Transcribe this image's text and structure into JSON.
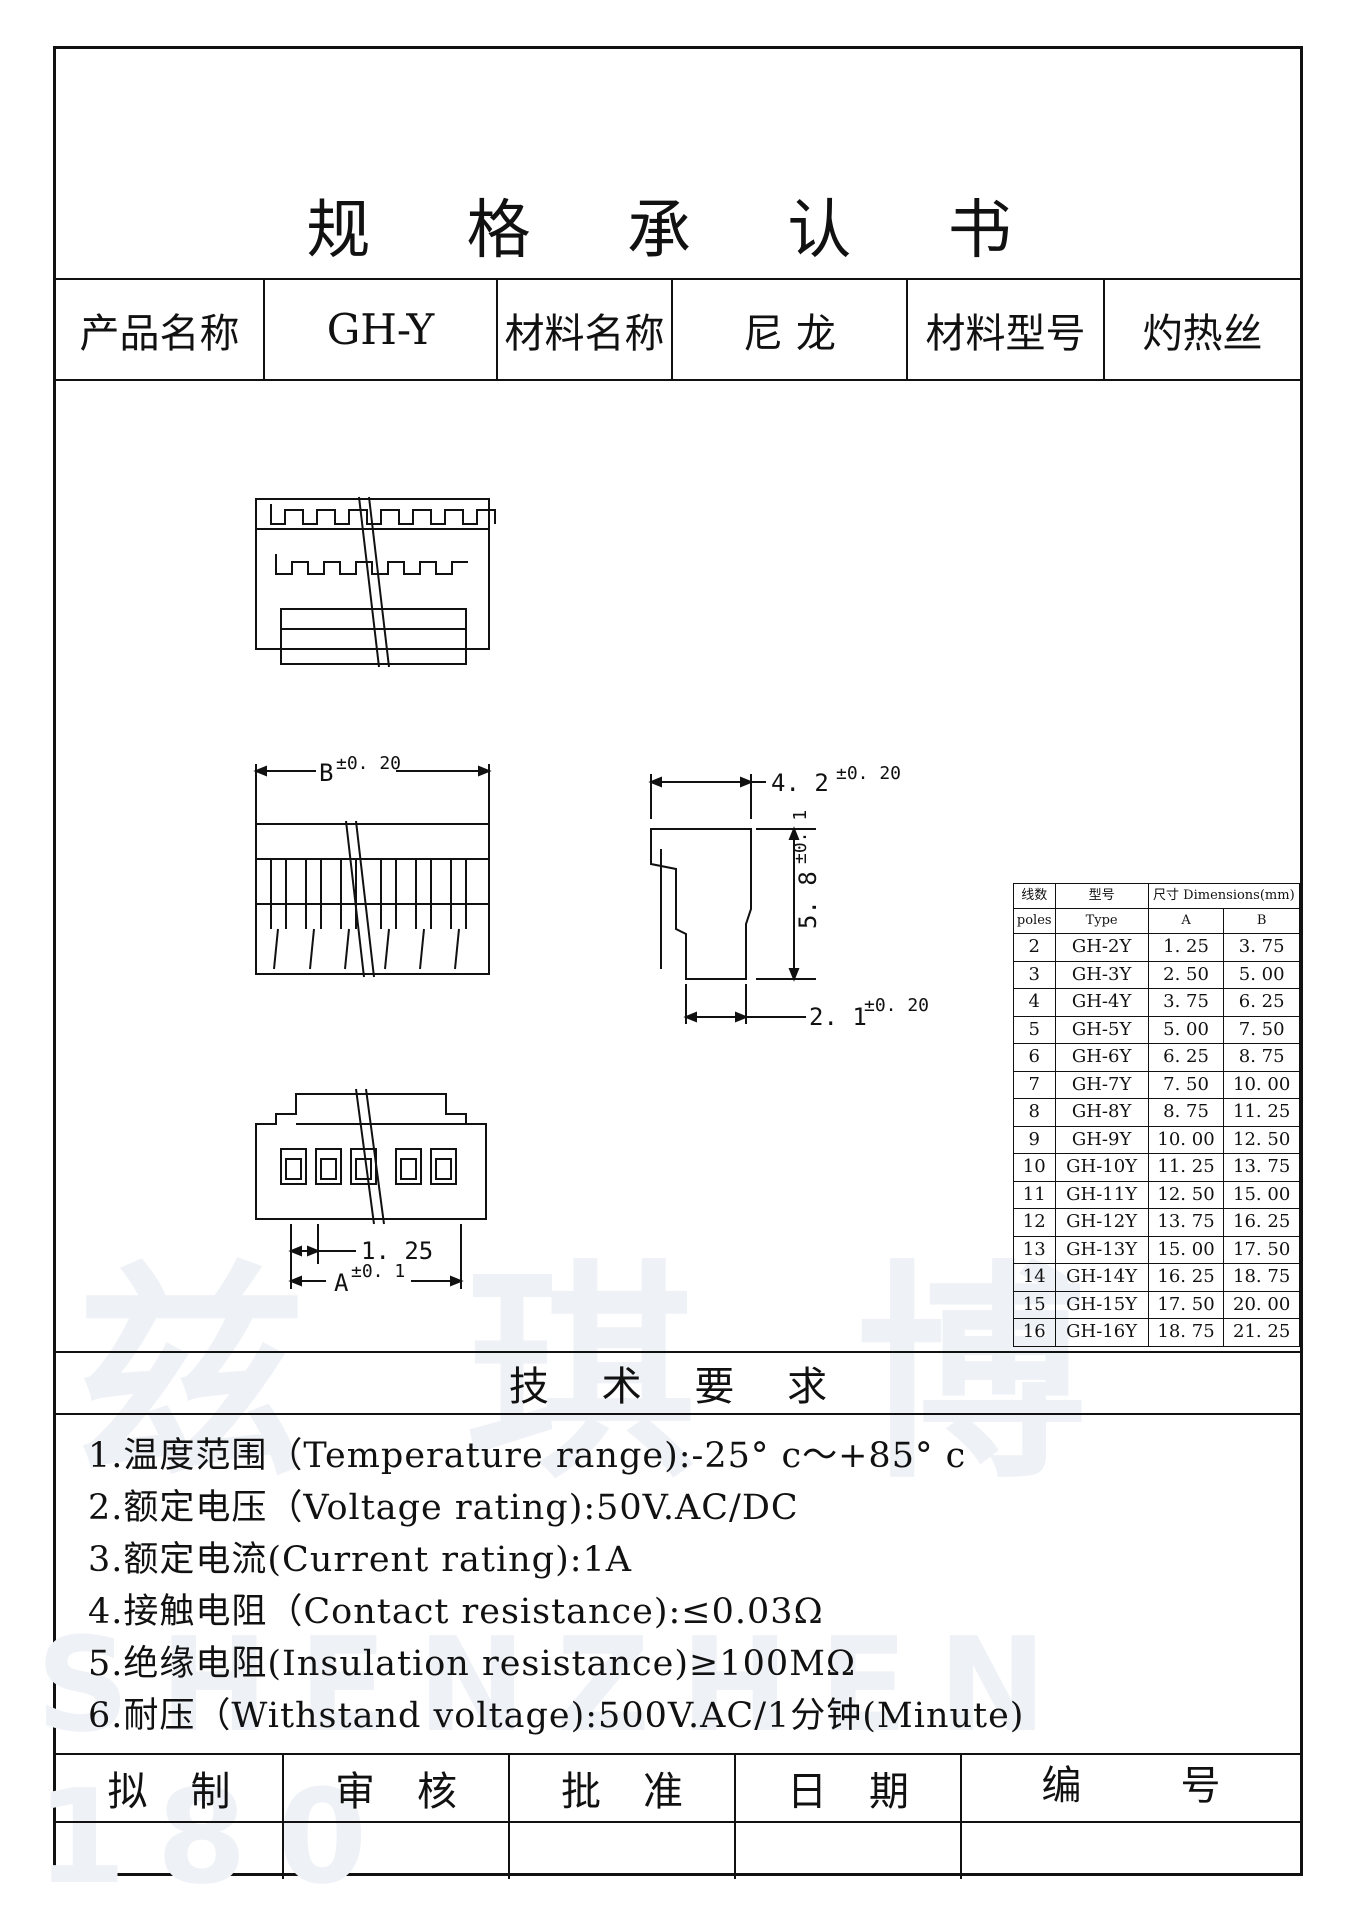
{
  "title": "规 格 承 认 书",
  "product_row": {
    "label_product_name": "产品名称",
    "product_name": "GH-Y",
    "label_material_name": "材料名称",
    "material_name": "尼 龙",
    "label_material_type": "材料型号",
    "material_type": "灼热丝"
  },
  "drawing": {
    "dim_b": "B",
    "dim_b_tol": "±0. 20",
    "dim_42": "4. 2",
    "dim_42_tol": "±0. 20",
    "dim_58": "5. 8",
    "dim_58_tol": "±0. 1",
    "dim_21": "2. 1",
    "dim_21_tol": "±0. 20",
    "dim_125": "1. 25",
    "dim_a": "A",
    "dim_a_tol": "±0. 1"
  },
  "dims_table": {
    "h_poles_cn": "线数",
    "h_type_cn": "型号",
    "h_dims_cn": "尺寸 Dimensions(mm)",
    "h_poles": "poles",
    "h_type": "Type",
    "h_a": "A",
    "h_b": "B",
    "rows": [
      {
        "poles": "2",
        "type": "GH-2Y",
        "a": "1. 25",
        "b": "3. 75"
      },
      {
        "poles": "3",
        "type": "GH-3Y",
        "a": "2. 50",
        "b": "5. 00"
      },
      {
        "poles": "4",
        "type": "GH-4Y",
        "a": "3. 75",
        "b": "6. 25"
      },
      {
        "poles": "5",
        "type": "GH-5Y",
        "a": "5. 00",
        "b": "7. 50"
      },
      {
        "poles": "6",
        "type": "GH-6Y",
        "a": "6. 25",
        "b": "8. 75"
      },
      {
        "poles": "7",
        "type": "GH-7Y",
        "a": "7. 50",
        "b": "10. 00"
      },
      {
        "poles": "8",
        "type": "GH-8Y",
        "a": "8. 75",
        "b": "11. 25"
      },
      {
        "poles": "9",
        "type": "GH-9Y",
        "a": "10. 00",
        "b": "12. 50"
      },
      {
        "poles": "10",
        "type": "GH-10Y",
        "a": "11. 25",
        "b": "13. 75"
      },
      {
        "poles": "11",
        "type": "GH-11Y",
        "a": "12. 50",
        "b": "15. 00"
      },
      {
        "poles": "12",
        "type": "GH-12Y",
        "a": "13. 75",
        "b": "16. 25"
      },
      {
        "poles": "13",
        "type": "GH-13Y",
        "a": "15. 00",
        "b": "17. 50"
      },
      {
        "poles": "14",
        "type": "GH-14Y",
        "a": "16. 25",
        "b": "18. 75"
      },
      {
        "poles": "15",
        "type": "GH-15Y",
        "a": "17. 50",
        "b": "20. 00"
      },
      {
        "poles": "16",
        "type": "GH-16Y",
        "a": "18. 75",
        "b": "21. 25"
      }
    ]
  },
  "requirements": {
    "title": "技 术 要 求",
    "items": [
      "1.温度范围（Temperature range):-25° c～+85° c",
      "2.额定电压（Voltage rating):50V.AC/DC",
      "3.额定电流(Current rating):1A",
      "4.接触电阻（Contact resistance):≤0.03Ω",
      "5.绝缘电阻(Insulation resistance)≥100MΩ",
      "6.耐压（Withstand voltage):500V.AC/1分钟(Minute)"
    ]
  },
  "signoff": {
    "drafted": [
      "拟",
      "制"
    ],
    "reviewed": [
      "审",
      "核"
    ],
    "approved": [
      "批",
      "准"
    ],
    "date": [
      "日",
      "期"
    ],
    "number": [
      "编",
      "号"
    ]
  },
  "watermark": {
    "cn": "兹 琪 博",
    "en": "SHENZHEN 180"
  }
}
